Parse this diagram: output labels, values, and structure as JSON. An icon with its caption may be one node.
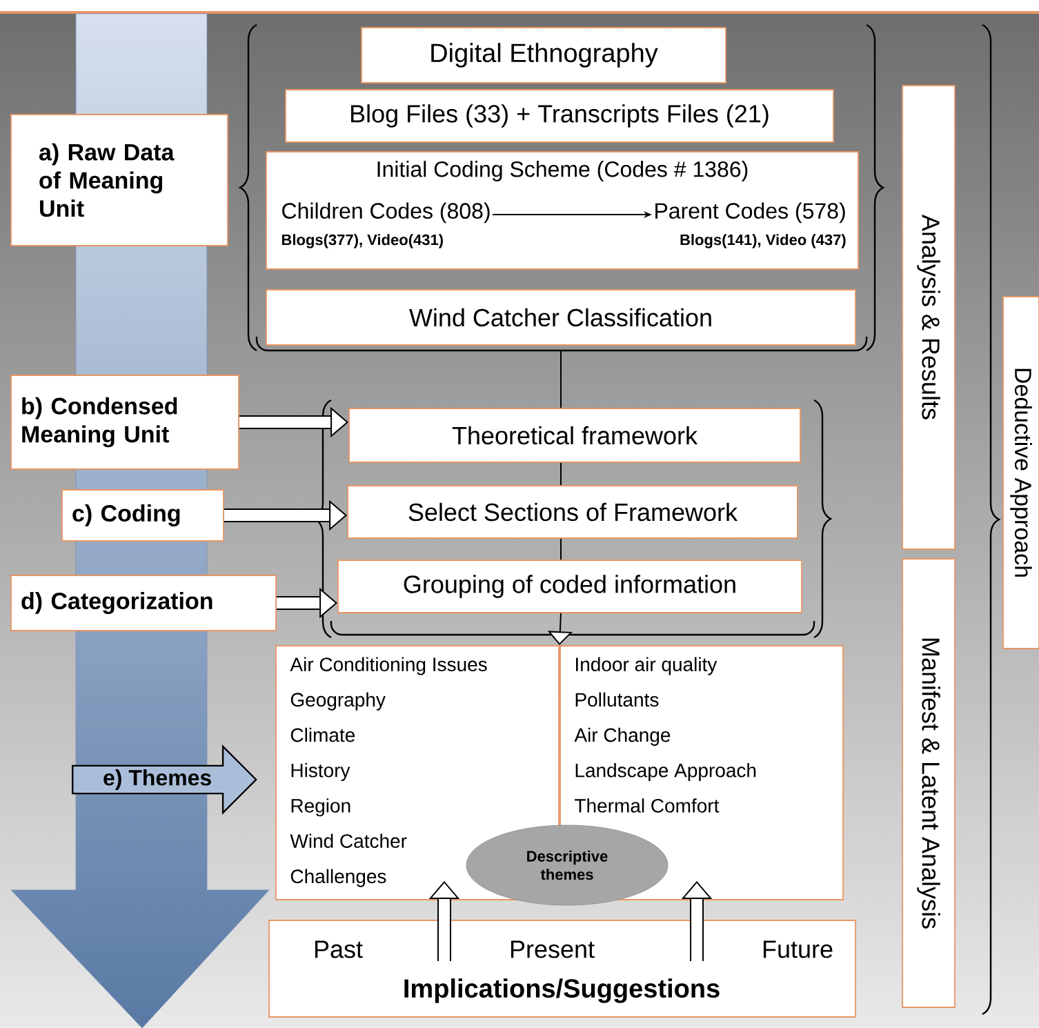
{
  "diagram": {
    "nodes": [
      {
        "text": [
          "a) Raw Data of Meaning Unit"
        ]
      },
      {
        "text": [
          "Digital Ethnography"
        ]
      },
      {
        "text": [
          "Blog Files (33) + Transcripts Files (21)"
        ]
      },
      {
        "text": [
          "Initial Coding Scheme (Codes # 1386)"
        ]
      },
      {
        "text": [
          "Children Codes (808)",
          "Blogs(377), Video(431)"
        ],
        "in": 3
      },
      {
        "text": [
          "Parent Codes (578)",
          "Blogs(141), Video (437)"
        ],
        "in": 3
      },
      {
        "text": [
          "Wind Catcher Classification"
        ]
      },
      {
        "text": [
          "Analysis & Results"
        ]
      },
      {
        "text": [
          "Deductive Approach"
        ]
      },
      {
        "text": [
          "Manifest & Latent Analysis"
        ]
      },
      {
        "text": [
          "b) Condensed Meaning Unit"
        ]
      },
      {
        "text": [
          "c) Coding"
        ]
      },
      {
        "text": [
          "d) Categorization"
        ]
      },
      {
        "text": [
          "Theoretical framework"
        ]
      },
      {
        "text": [
          "Select Sections of Framework"
        ]
      },
      {
        "text": [
          "Grouping of coded information"
        ]
      },
      {
        "text": [
          "e) Themes"
        ]
      },
      {
        "text": [
          "Air Conditioning Issues",
          "Geography",
          "Climate",
          "History",
          "Region",
          "Wind Catcher",
          "Challenges"
        ]
      },
      {
        "text": [
          "Indoor air quality",
          "Pollutants",
          "Air Change",
          "Landscape Approach",
          "Thermal Comfort"
        ]
      },
      {
        "text": [
          "Descriptive themes"
        ]
      },
      {
        "text": [
          "Past",
          "Present",
          "Future",
          "Implications/Suggestions"
        ]
      }
    ],
    "edges": [
      {
        "from": 4,
        "to": 5,
        "arrow": "to"
      },
      {
        "from": 10,
        "to": 13,
        "arrow": "to",
        "style": "thick"
      },
      {
        "from": 11,
        "to": 14,
        "arrow": "to",
        "style": "thick"
      },
      {
        "from": 12,
        "to": 15,
        "arrow": "to",
        "style": "thick"
      },
      {
        "from": 6,
        "to": 13,
        "arrow": "none"
      },
      {
        "from": 13,
        "to": 14,
        "arrow": "none"
      },
      {
        "from": 14,
        "to": 15,
        "arrow": "none"
      },
      {
        "from": 15,
        "to": 17,
        "arrow": "to"
      },
      {
        "from": 20,
        "to": 17,
        "arrow": "to",
        "style": "thick"
      },
      {
        "from": 20,
        "to": 18,
        "arrow": "to",
        "style": "thick"
      }
    ]
  }
}
